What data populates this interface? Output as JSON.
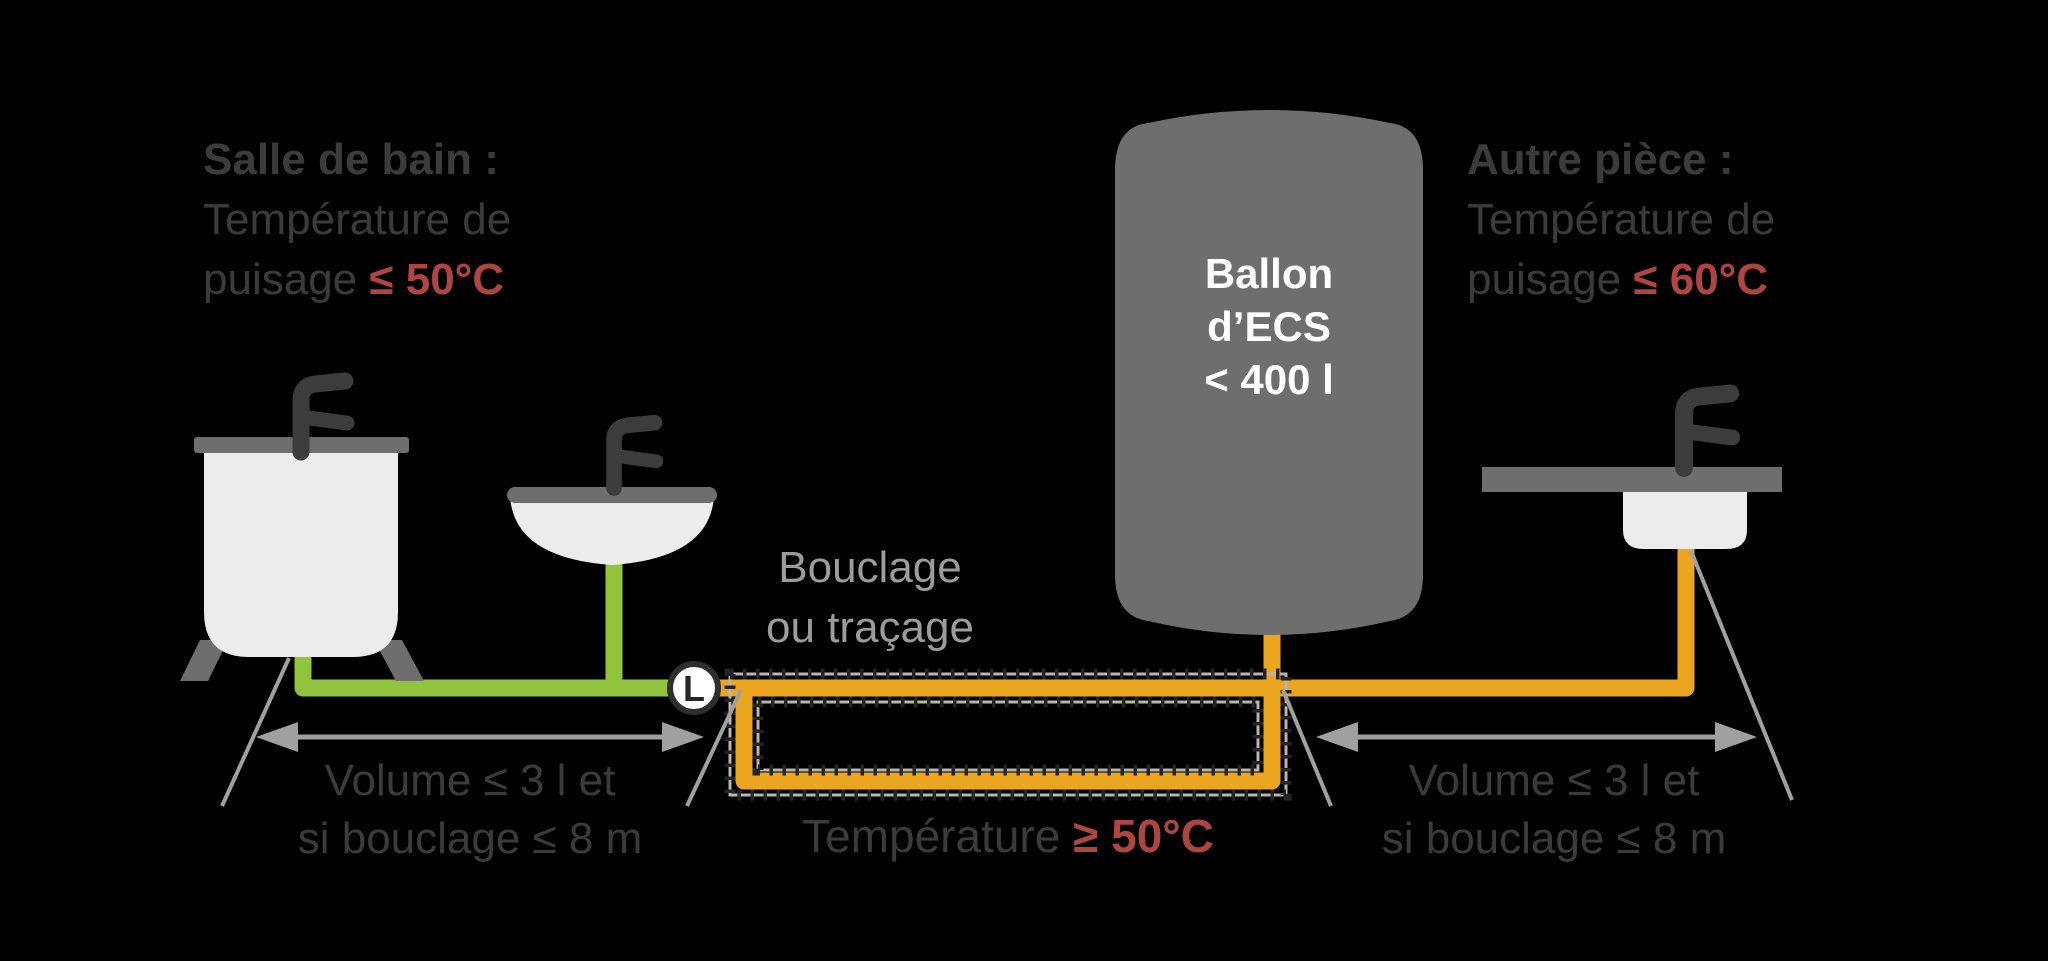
{
  "diagram": {
    "left_annotation": {
      "title": "Salle de bain :",
      "line2": "Température de",
      "line3_prefix": "puisage ",
      "line3_value": "≤ 50°C"
    },
    "right_annotation": {
      "title": "Autre pièce :",
      "line2": "Température de",
      "line3_prefix": "puisage ",
      "line3_value": "≤ 60°C"
    },
    "tank": {
      "line1": "Ballon",
      "line2": "d’ECS",
      "line3": "< 400 l"
    },
    "loop_label": {
      "line1": "Bouclage",
      "line2": "ou traçage"
    },
    "loop_temperature": {
      "prefix": "Température ",
      "value": "≥ 50°C"
    },
    "left_dimension": {
      "line1": "Volume ≤ 3 l et",
      "line2": "si bouclage ≤ 8 m"
    },
    "right_dimension": {
      "line1": "Volume ≤ 3 l et",
      "line2": "si bouclage ≤ 8 m"
    },
    "sensor_badge": "L",
    "icons": {
      "faucet": "faucet-icon",
      "bathtub": "bathtub-icon",
      "washbasin": "washbasin-icon",
      "kitchen_sink": "kitchen-sink-icon",
      "storage_tank": "hot-water-tank-icon",
      "loop_sensor": "temperature-sensor-icon"
    },
    "colors": {
      "pipe_cold_green": "#8FC43C",
      "pipe_hot_orange": "#EBA51F",
      "alert_red": "#AE4540",
      "tank_gray": "#6E6E6E",
      "fixture_light": "#ECECEC",
      "faucet_dark": "#3C3C3C",
      "text_dark": "#3B3B3B",
      "text_light": "#9C9C9C",
      "line_gray": "#A0A0A0",
      "thin_line_gray": "#B5B5B5",
      "hatch_dark": "#242424",
      "background": "#000000"
    }
  }
}
